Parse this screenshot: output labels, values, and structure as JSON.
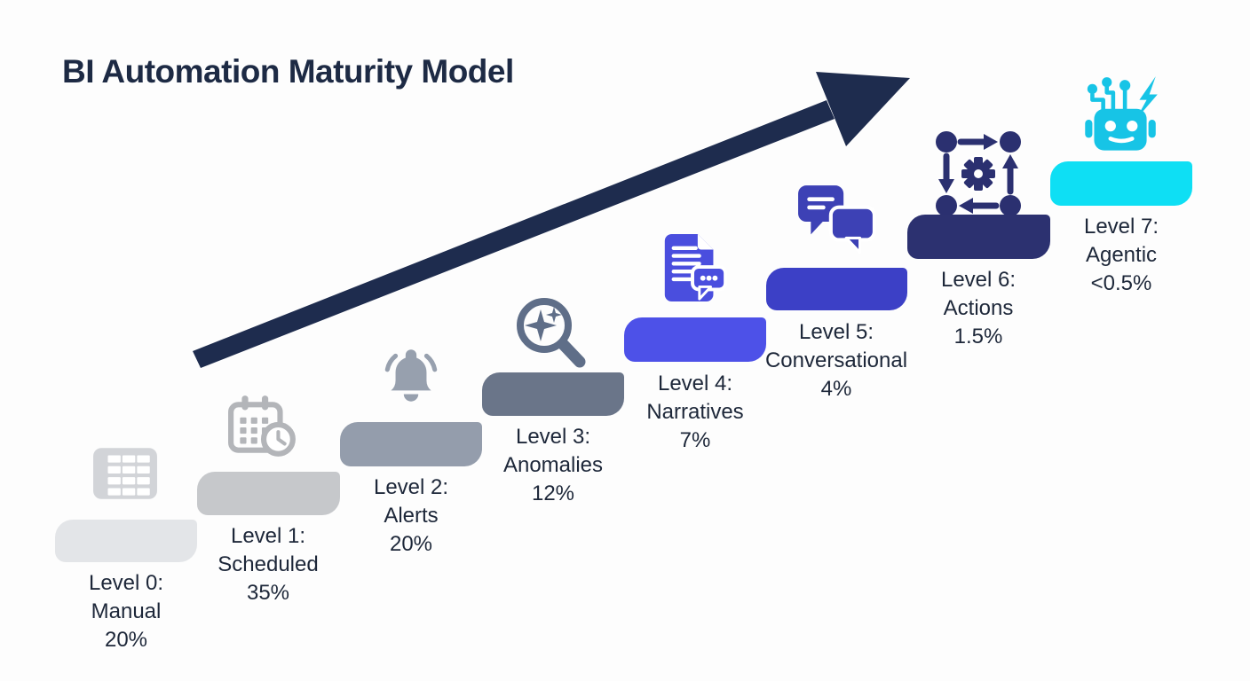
{
  "title": "BI Automation Maturity Model",
  "colors": {
    "background": "#fdfdfd",
    "title": "#1d2a44",
    "label": "#1d2739",
    "arrow": "#1e2c4e"
  },
  "levels": [
    {
      "label": "Level 0:",
      "name": "Manual",
      "pct": "20%",
      "bar_color": "#e3e5e8",
      "icon_color": "#d2d4d8",
      "icon": "table-grid"
    },
    {
      "label": "Level 1:",
      "name": "Scheduled",
      "pct": "35%",
      "bar_color": "#c6c8cb",
      "icon_color": "#b3b5b9",
      "icon": "calendar-clock"
    },
    {
      "label": "Level 2:",
      "name": "Alerts",
      "pct": "20%",
      "bar_color": "#949dac",
      "icon_color": "#97a0ae",
      "icon": "bell"
    },
    {
      "label": "Level 3:",
      "name": "Anomalies",
      "pct": "12%",
      "bar_color": "#6a7589",
      "icon_color": "#5f6e88",
      "icon": "sparkle-magnifier"
    },
    {
      "label": "Level 4:",
      "name": "Narratives",
      "pct": "7%",
      "bar_color": "#4d51e8",
      "icon_color": "#4a4ede",
      "icon": "document-chat"
    },
    {
      "label": "Level 5:",
      "name": "Conversational",
      "pct": "4%",
      "bar_color": "#3c40c6",
      "icon_color": "#3d41b5",
      "icon": "chat-bubbles"
    },
    {
      "label": "Level 6:",
      "name": "Actions",
      "pct": "1.5%",
      "bar_color": "#2c3170",
      "icon_color": "#2b3070",
      "icon": "workflow-gear"
    },
    {
      "label": "Level 7:",
      "name": "Agentic",
      "pct": "<0.5%",
      "bar_color": "#0edff4",
      "icon_color": "#17c4e6",
      "icon": "robot"
    }
  ]
}
